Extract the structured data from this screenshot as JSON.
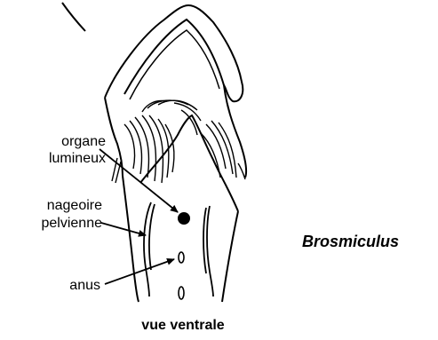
{
  "labels": {
    "organ_line1": "organe",
    "organ_line2": "lumineux",
    "fin_line1": "nageoire",
    "fin_line2": "pelvienne",
    "anus": "anus",
    "view": "vue ventrale",
    "genus": "Brosmiculus"
  },
  "colors": {
    "ink": "#000000",
    "paper": "#ffffff"
  }
}
